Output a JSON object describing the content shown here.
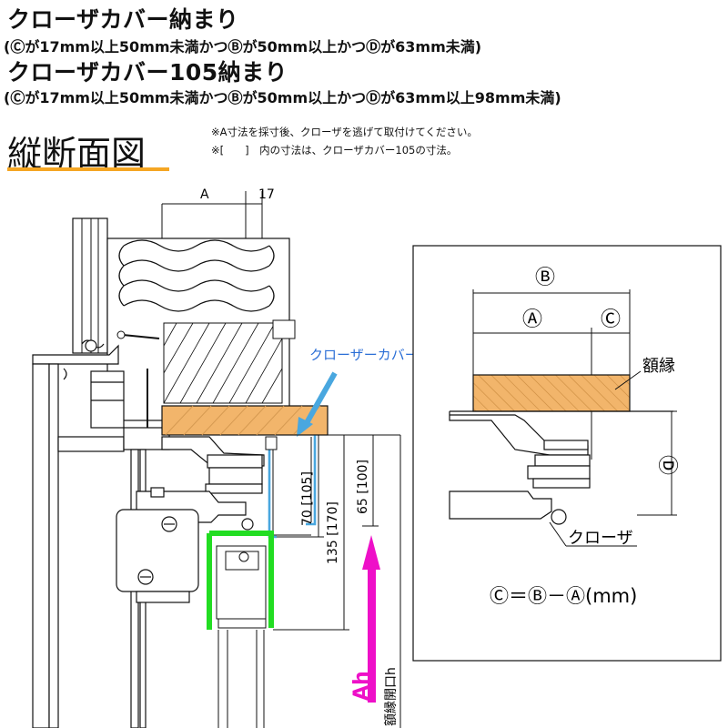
{
  "title": {
    "line1": "クローザカバー納まり",
    "line2": "(Ⓒが17mm以上50mm未満かつⒷが50mm以上かつⒹが63mm未満)",
    "line3": "クローザカバー105納まり",
    "line4": "(Ⓒが17mm以上50mm未満かつⒷが50mm以上かつⒹが63mm以上98mm未満)"
  },
  "section": {
    "heading": "縦断面図",
    "note1": "※A寸法を採寸後、クローザを逃げて取付けてください。",
    "note2": "※[　　]　内の寸法は、クローザカバー105の寸法。"
  },
  "main_diagram": {
    "dim_a": "A",
    "dim_17": "17",
    "cover_label": "クローザーカバー",
    "dim_70": "70 [105]",
    "dim_65": "65 [100]",
    "dim_135": "135 [170]",
    "ah_label": "Ah",
    "opening_label": "額縁開口h"
  },
  "detail_diagram": {
    "label_b": "Ⓑ",
    "label_a": "Ⓐ",
    "label_c": "Ⓒ",
    "label_d": "Ⓓ",
    "frame_label": "額縁",
    "closer_label": "クローザ",
    "formula": "Ⓒ＝Ⓑ－Ⓐ(mm)"
  },
  "colors": {
    "wood": "#f2b56b",
    "cover": "#49a7df",
    "highlight_green": "#22dd22",
    "arrow_magenta": "#ee10c8",
    "accent_orange": "#f5a623"
  }
}
